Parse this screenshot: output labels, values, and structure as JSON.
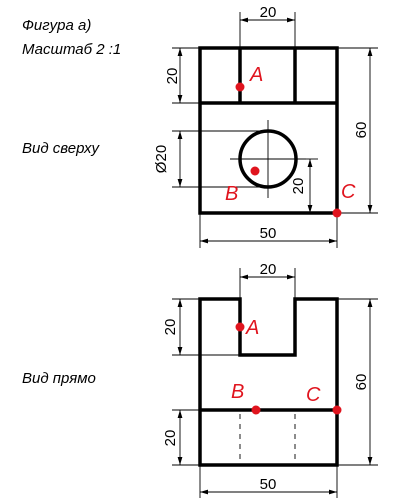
{
  "header": {
    "figure": "Фигура а)",
    "scale": "Масштаб 2 :1"
  },
  "top_view": {
    "caption": "Вид сверху",
    "dims": {
      "top_width": "20",
      "left_height": "20",
      "diameter": "Ø20",
      "circle_offset": "20",
      "total_height": "60",
      "total_width": "50"
    },
    "points": {
      "a": "A",
      "b": "B",
      "c": "C"
    }
  },
  "front_view": {
    "caption": "Вид прямо",
    "dims": {
      "slot_width": "20",
      "slot_depth": "20",
      "total_height": "60",
      "base_height": "20",
      "total_width": "50"
    },
    "points": {
      "a": "A",
      "b": "B",
      "c": "C"
    }
  },
  "colors": {
    "accent": "#e0141e",
    "line": "#000000"
  }
}
